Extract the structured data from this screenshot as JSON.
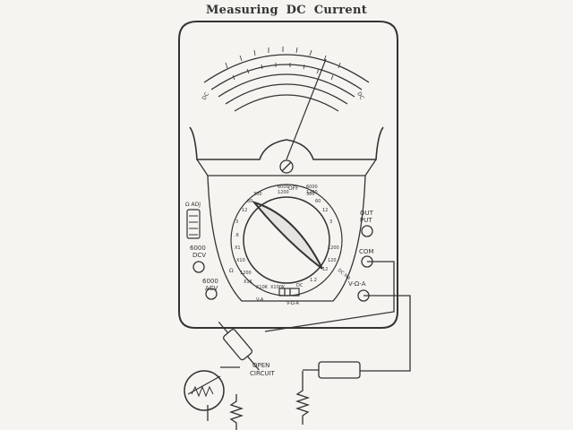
{
  "title": "Measuring DC Current",
  "meter": {
    "scale_left": "DC",
    "scale_right": "DC",
    "knob_label": "Ω ADJ",
    "labels": {
      "dcv_6000": [
        "6000",
        "DCV"
      ],
      "acv_6000": [
        "6000",
        "ACV"
      ],
      "output": [
        "OUT",
        "PUT"
      ],
      "com": [
        "COM"
      ],
      "vohm_a": [
        "V-Ω-A"
      ]
    },
    "selector": {
      "top": [
        "6000",
        "1200",
        "OFF"
      ],
      "top_right": [
        "6000",
        "1200"
      ],
      "left_ticks": [
        "300",
        "60",
        "12",
        "3",
        ".6",
        "X1",
        "X10",
        "Ω",
        "1200",
        "X1K",
        "X10K"
      ],
      "right_ticks": [
        "300",
        "60",
        "12",
        "3",
        "1200",
        "120",
        "12",
        "1.2",
        "DC MA"
      ],
      "bottom": [
        "X100K",
        "DC",
        "V-A",
        "V-Ω-A"
      ]
    }
  },
  "circuit": {
    "open_label": [
      "OPEN",
      "CIRCUIT"
    ]
  }
}
